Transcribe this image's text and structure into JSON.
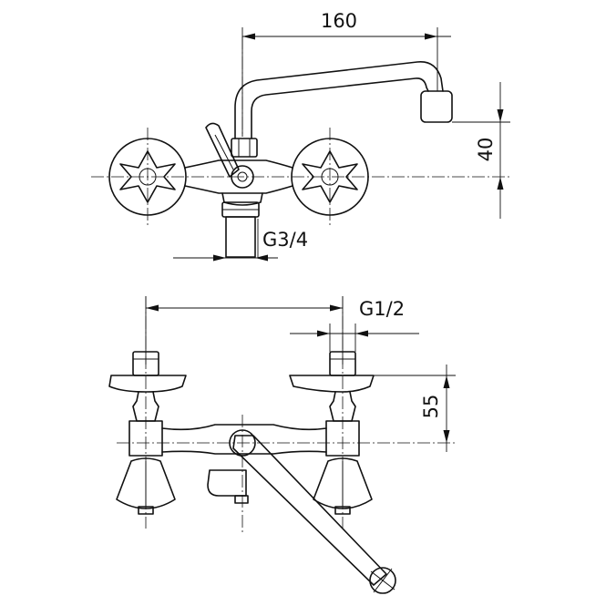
{
  "dimensions": {
    "spout_reach": "160",
    "spout_height": "40",
    "inlet_thread": "G3/4",
    "outlet_thread": "G1/2",
    "valve_height": "55"
  }
}
